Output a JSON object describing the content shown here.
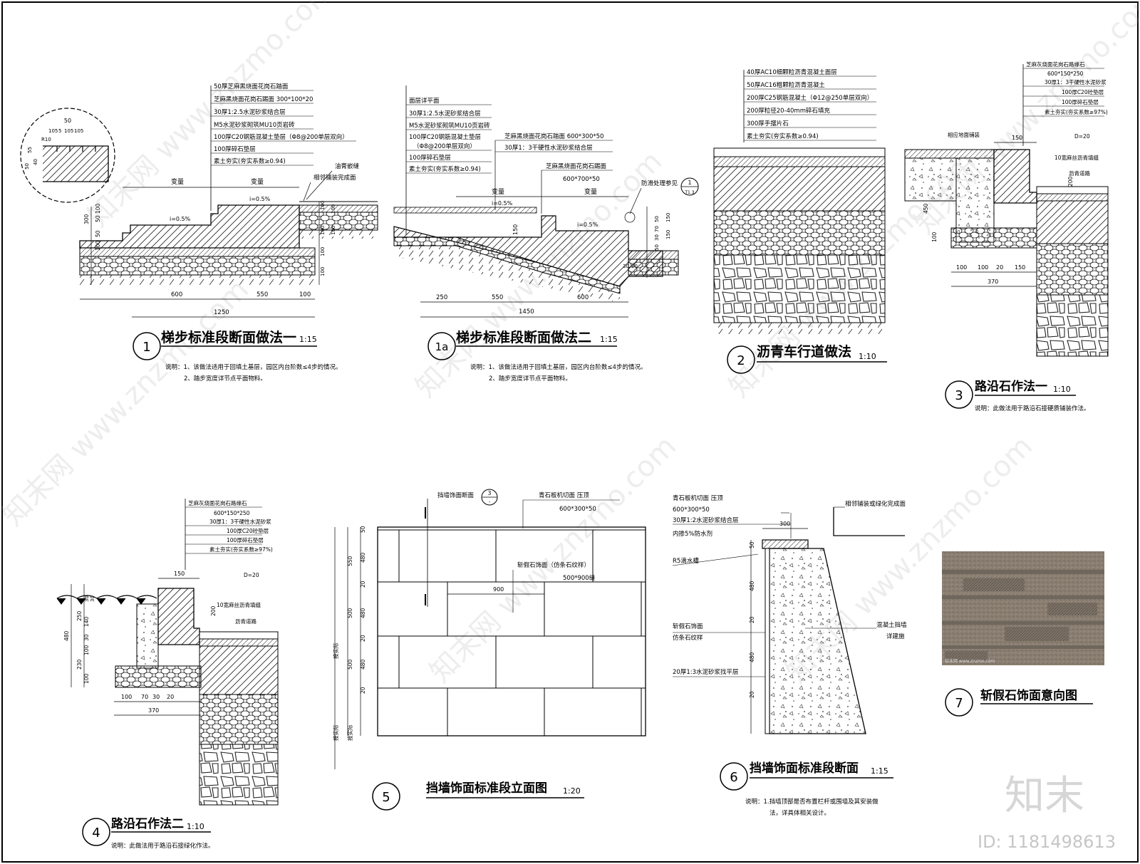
{
  "watermark": {
    "brand": "知末",
    "id": "ID: 1181498613"
  },
  "d1": {
    "num": "1",
    "title": "梯步标准段断面做法一",
    "scale": "1:15",
    "notes": [
      "说明：1、该做法适用于回填土基层，园区内台阶数≤4步的情况。",
      "2、踏步宽度详节点平面物料。"
    ],
    "layers": [
      "50厚芝麻黑烧面花岗石踏面",
      "芝麻黑烧面花岗石踢面 300*100*20",
      "30厚1:2.5水泥砂浆结合层",
      "M5水泥砂浆砌筑MU10页岩砖",
      "100厚C20钢筋混凝土垫层（Φ8@200单层双向）",
      "100厚碎石垫层",
      "素土夯实(夯实系数≥0.94)"
    ],
    "right_labels": [
      "油膏嵌缝",
      "相邻铺装完成面"
    ],
    "var1": "变量",
    "var2": "变量",
    "slope": "i=0.5%",
    "slope2": "i=0.5%",
    "detail_dims": [
      "50",
      "105",
      "5",
      "105",
      "105",
      "R10",
      "55",
      "40",
      "50"
    ],
    "dims_bottom": [
      "600",
      "550",
      "100"
    ],
    "dim_total": "1250",
    "dims_left": [
      "300",
      "100",
      "50",
      "50",
      "100"
    ],
    "dims_right": [
      "100",
      "100",
      "100",
      "100",
      "100",
      "100"
    ]
  },
  "d1a": {
    "num": "1a",
    "title": "梯步标准段断面做法二",
    "scale": "1:15",
    "notes": [
      "说明：1、该做法适用于回填土基层，园区内台阶数≤4步的情况。",
      "2、踏步宽度详节点平面物料。"
    ],
    "layers": [
      "面层详平面",
      "30厚1:2.5水泥砂浆结合层",
      "M5水泥砂浆砌筑MU10页岩砖",
      "100厚C20钢筋混凝土垫层",
      "（Φ8@200单层双向）",
      "100厚碎石垫层",
      "素土夯实(夯实系数≥0.94)"
    ],
    "layers2": [
      "芝麻黑烧面花岗石踏面 600*300*50",
      "30厚1：3干硬性水泥砂浆结合层"
    ],
    "riser": [
      "芝麻黑烧面花岗石踢面",
      "600*700*50"
    ],
    "var1": "变量",
    "var2": "变量",
    "slope": "i=0.5%",
    "slope2": "i=0.5%",
    "anti": "防滑处理参见",
    "ref_num": "1",
    "ref_sheet": "T1.3",
    "dims_bottom": [
      "250",
      "550",
      "600"
    ],
    "dim_total": "1450",
    "dims_mid": [
      "150"
    ],
    "dims_right": [
      "150",
      "150",
      "50",
      "70",
      "30",
      "50",
      "30",
      "20"
    ]
  },
  "d2": {
    "num": "2",
    "title": "沥青车行道做法",
    "scale": "1:10",
    "layers": [
      "40厚AC10细颗粒沥青混凝土面层",
      "50厚AC16粗颗粒沥青混凝土",
      "200厚C25钢筋混凝土（Φ12@250单层双向）",
      "200厚粒径20-40mm碎石填充",
      "300厚手摆片石",
      "素土夯实(夯实系数≥0.94)"
    ]
  },
  "d3": {
    "num": "3",
    "title": "路沿石作法一",
    "scale": "1:10",
    "note": "说明：此做法用于路沿石接硬质铺装作法。",
    "layers": [
      "芝麻灰烧面花岗石路缘石",
      "600*150*250",
      "30厚1：3干硬性水泥砂浆",
      "100厚C20砼垫层",
      "100厚碎石垫层",
      "素土夯实(夯实系数≥97%)"
    ],
    "labels": [
      "相应地面铺装",
      "D=20",
      "10宽麻丝沥青填缝",
      "沥青道路"
    ],
    "dims": [
      "150",
      "200",
      "450",
      "100",
      "100",
      "100",
      "20",
      "150"
    ],
    "dim_total": "370"
  },
  "d4": {
    "num": "4",
    "title": "路沿石作法二",
    "scale": "1:10",
    "note": "说明：此做法用于路沿石接绿化作法。",
    "layers": [
      "芝麻灰烧面花岗石路缘石",
      "600*150*250",
      "30厚1：3干硬性水泥砂浆",
      "100厚C20砼垫层",
      "100厚碎石垫层",
      "素土夯实(夯实系数≥97%)"
    ],
    "labels": [
      "D=20",
      "10宽麻丝沥青填缝",
      "沥青道路"
    ],
    "dims_left": [
      "30",
      "30",
      "250",
      "140",
      "30",
      "100",
      "230",
      "100"
    ],
    "dim_480": "480",
    "dims_top": [
      "150",
      "200"
    ],
    "dims_bottom": [
      "100",
      "70",
      "30",
      "20"
    ],
    "dim_total": "370"
  },
  "d5": {
    "num": "5",
    "title": "挡墙饰面标准段立面图",
    "scale": "1:20",
    "labels": [
      "挡墙饰面断面",
      "青石板机切面 压顶",
      "600*300*50",
      "斩假石饰面（仿条石纹样）",
      "500*900缝"
    ],
    "ref_num": "3",
    "ref_sheet": "-",
    "dim_900": "900",
    "dims_inner": [
      "50",
      "480",
      "20",
      "480",
      "20",
      "480",
      "20"
    ],
    "dims_outer": [
      "550",
      "500",
      "500"
    ],
    "side": [
      "按实际",
      "按实际",
      "按实际"
    ]
  },
  "d6": {
    "num": "6",
    "title": "挡墙饰面标准段断面",
    "scale": "1:15",
    "notes": [
      "说明：1.挡墙顶部是否布置栏杆或围墙及其安装做",
      "法，详具体相关设计。"
    ],
    "labels": [
      "青石板机切面 压顶",
      "600*300*50",
      "30厚1:2水泥砂浆结合层",
      "内掺5%防水剂",
      "R5滴水槽",
      "斩假石饰面",
      "仿条石纹样",
      "20厚1:3水泥砂浆找平层",
      "相邻铺装或绿化完成面",
      "混凝土挡墙",
      "详建施"
    ],
    "dim_300": "300",
    "dims_left": [
      "50",
      "480",
      "20",
      "480",
      "20"
    ]
  },
  "d7": {
    "num": "7",
    "title": "斩假石饰面意向图",
    "photo_tag": "知末网 www.znzmo.com"
  }
}
